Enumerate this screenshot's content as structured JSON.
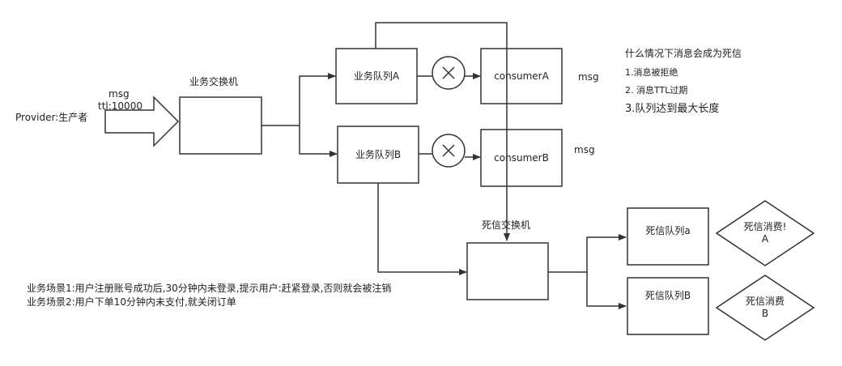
{
  "provider": {
    "label": "Provider:生产者",
    "msg_label": "msg",
    "ttl_label": "ttl:10000"
  },
  "business_exchange": {
    "label": "业务交换机"
  },
  "queue_a": {
    "label": "业务队列A"
  },
  "queue_b": {
    "label": "业务队列B"
  },
  "consumer_a": {
    "label": "consumerA",
    "msg_label": "msg"
  },
  "consumer_b": {
    "label": "consumerB",
    "msg_label": "msg"
  },
  "dead_exchange": {
    "label": "死信交换机"
  },
  "dead_queue_a": {
    "label": "死信队列a"
  },
  "dead_queue_b": {
    "label": "死信队列B"
  },
  "dead_consumer_a": {
    "label": "死信消费!\nA"
  },
  "dead_consumer_b": {
    "label": "死信消费\nB"
  },
  "notes": {
    "title": "什么情况下消息会成为死信",
    "items": [
      "1.消息被拒绝",
      "2. 消息TTL过期",
      "3.队列达到最大长度"
    ]
  },
  "scenarios": {
    "line1": "业务场景1:用户注册账号成功后,30分钟内未登录,提示用户:赶紧登录,否则就会被注销",
    "line2": "业务场景2:用户下单10分钟内未支付,就关闭订单"
  }
}
